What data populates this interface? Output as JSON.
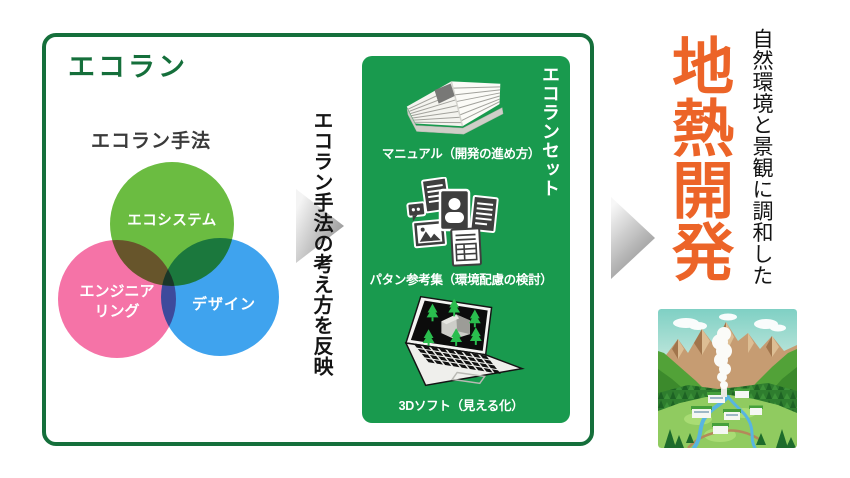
{
  "board": {
    "title": "エコラン",
    "method": {
      "label": "エコラン手法",
      "venn": {
        "ecosystem_label": "エコシステム",
        "engineering_label_line1": "エンジニア",
        "engineering_label_line2": "リング",
        "design_label": "デザイン"
      }
    },
    "reflect_text": "エコラン手法の考え方を反映",
    "set_panel": {
      "side_label": "エコランセット",
      "items": [
        {
          "icon": "manual-book-icon",
          "label": "マニュアル（開発の進め方）"
        },
        {
          "icon": "pattern-collection-icon",
          "label": "パタン参考集（環境配慮の検討）"
        },
        {
          "icon": "laptop-3d-icon",
          "label": "3Dソフト（見える化）"
        }
      ]
    }
  },
  "outcome": {
    "qualifier_vertical": "自然環境と景観に調和した",
    "title_vertical": "地熱開発",
    "illustration": "geothermal-plant-in-mountain-landscape"
  },
  "colors": {
    "board_border_green": "#156f3b",
    "panel_green": "#199a4e",
    "venn_green": "#6bbc41",
    "venn_pink": "#f573a7",
    "venn_blue": "#3fa3ee",
    "accent_orange": "#ec6428",
    "arrow_gray_light": "#f4f4f4",
    "arrow_gray_dark": "#888888"
  }
}
